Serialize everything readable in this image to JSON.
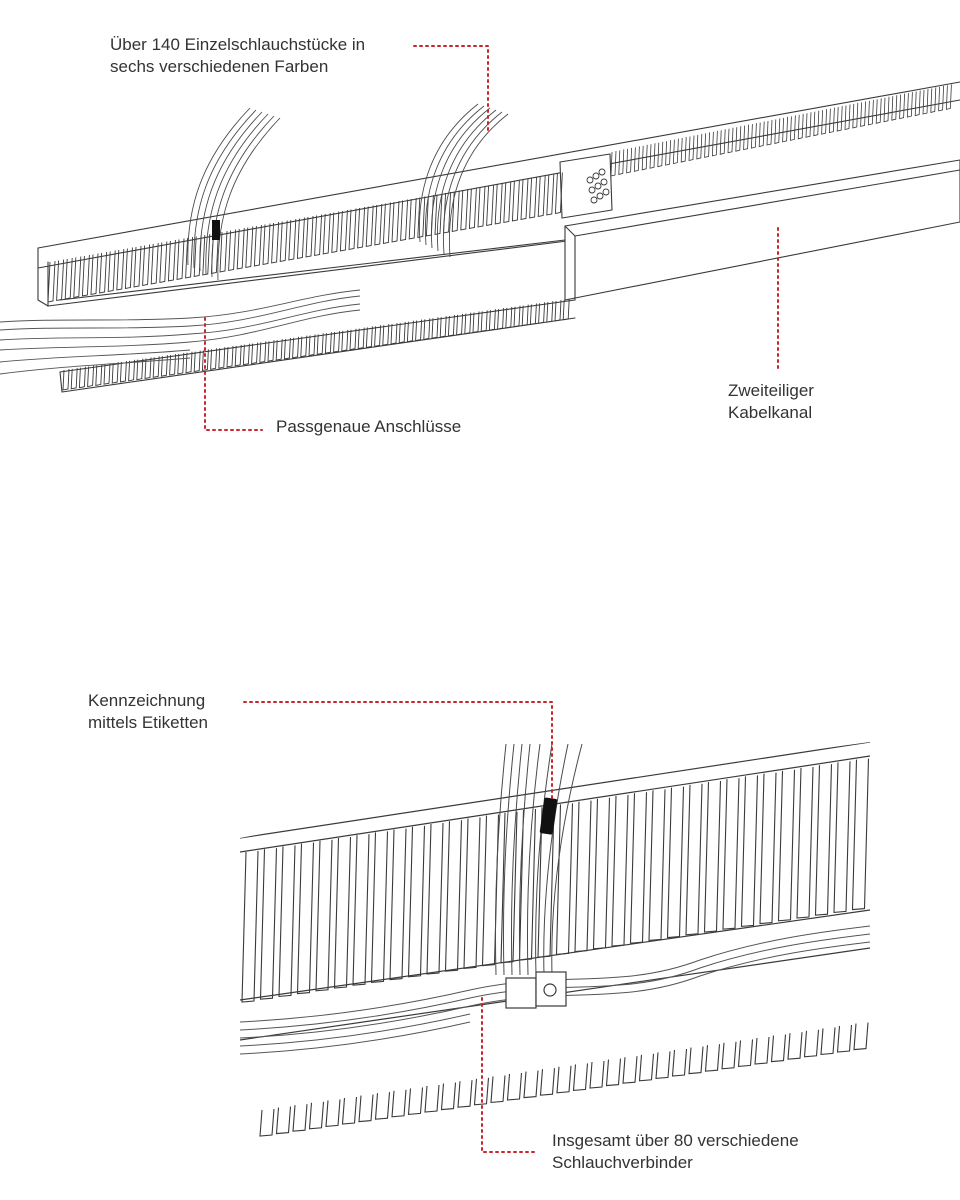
{
  "colors": {
    "accent": "#c8272d",
    "line": "#3a3a3a",
    "label_tag": "#111111",
    "background": "#ffffff"
  },
  "figure_top": {
    "label_hoses": {
      "line1": "Über 140 Einzelschlauchstücke in",
      "line2": "sechs verschiedenen Farben"
    },
    "label_connections": "Passgenaue Anschlüsse",
    "label_channel": {
      "line1": "Zweiteiliger",
      "line2": "Kabelkanal"
    }
  },
  "figure_bottom": {
    "label_tags": {
      "line1": "Kennzeichnung",
      "line2": "mittels Etiketten"
    },
    "label_connectors": {
      "line1": "Insgesamt über 80 verschiedene",
      "line2": "Schlauchverbinder"
    }
  }
}
